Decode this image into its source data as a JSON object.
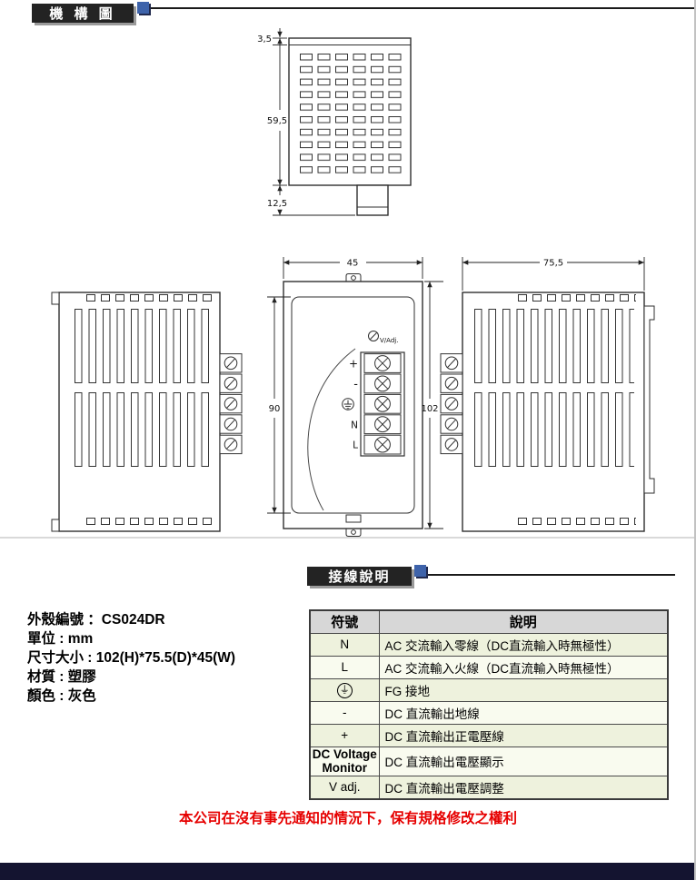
{
  "page": {
    "section1_title": "機 構 圖",
    "section2_title": "接線說明",
    "disclaimer": "本公司在沒有事先通知的情況下，保有規格修改之權利",
    "accent_color": "#3e63aa",
    "disclaimer_color": "#e60000",
    "footer_bar_color": "#141430"
  },
  "specs": [
    "外殼編號 ：CS024DR",
    "單位 : mm",
    "尺寸大小 : 102(H)*75.5(D)*45(W)",
    "材質 : 塑膠",
    "顏色 : 灰色"
  ],
  "diagram": {
    "dimensions": {
      "lip": "3,5",
      "body_height": "59,5",
      "clip_height": "12,5",
      "width": "45",
      "inner_height": "90",
      "height": "102",
      "depth": "75,5"
    },
    "labels": {
      "vadj": "V/Adj.",
      "plus": "+",
      "minus": "-",
      "ground": "⏚",
      "neutral": "N",
      "line": "L"
    }
  },
  "table": {
    "col_symbol": "符號",
    "col_desc": "說明",
    "rows": [
      {
        "symbol": "N",
        "desc": "AC 交流輸入零線（DC直流輸入時無極性）"
      },
      {
        "symbol": "L",
        "desc": "AC 交流輸入火線（DC直流輸入時無極性）"
      },
      {
        "symbol": "⏚",
        "desc": "FG 接地"
      },
      {
        "symbol": "-",
        "desc": "DC 直流輸出地線"
      },
      {
        "symbol": "+",
        "desc": "DC 直流輸出正電壓線"
      },
      {
        "symbol": "DC Voltage Monitor",
        "desc": "DC 直流輸出電壓顯示"
      },
      {
        "symbol": "V adj.",
        "desc": "DC 直流輸出電壓調整"
      }
    ]
  }
}
